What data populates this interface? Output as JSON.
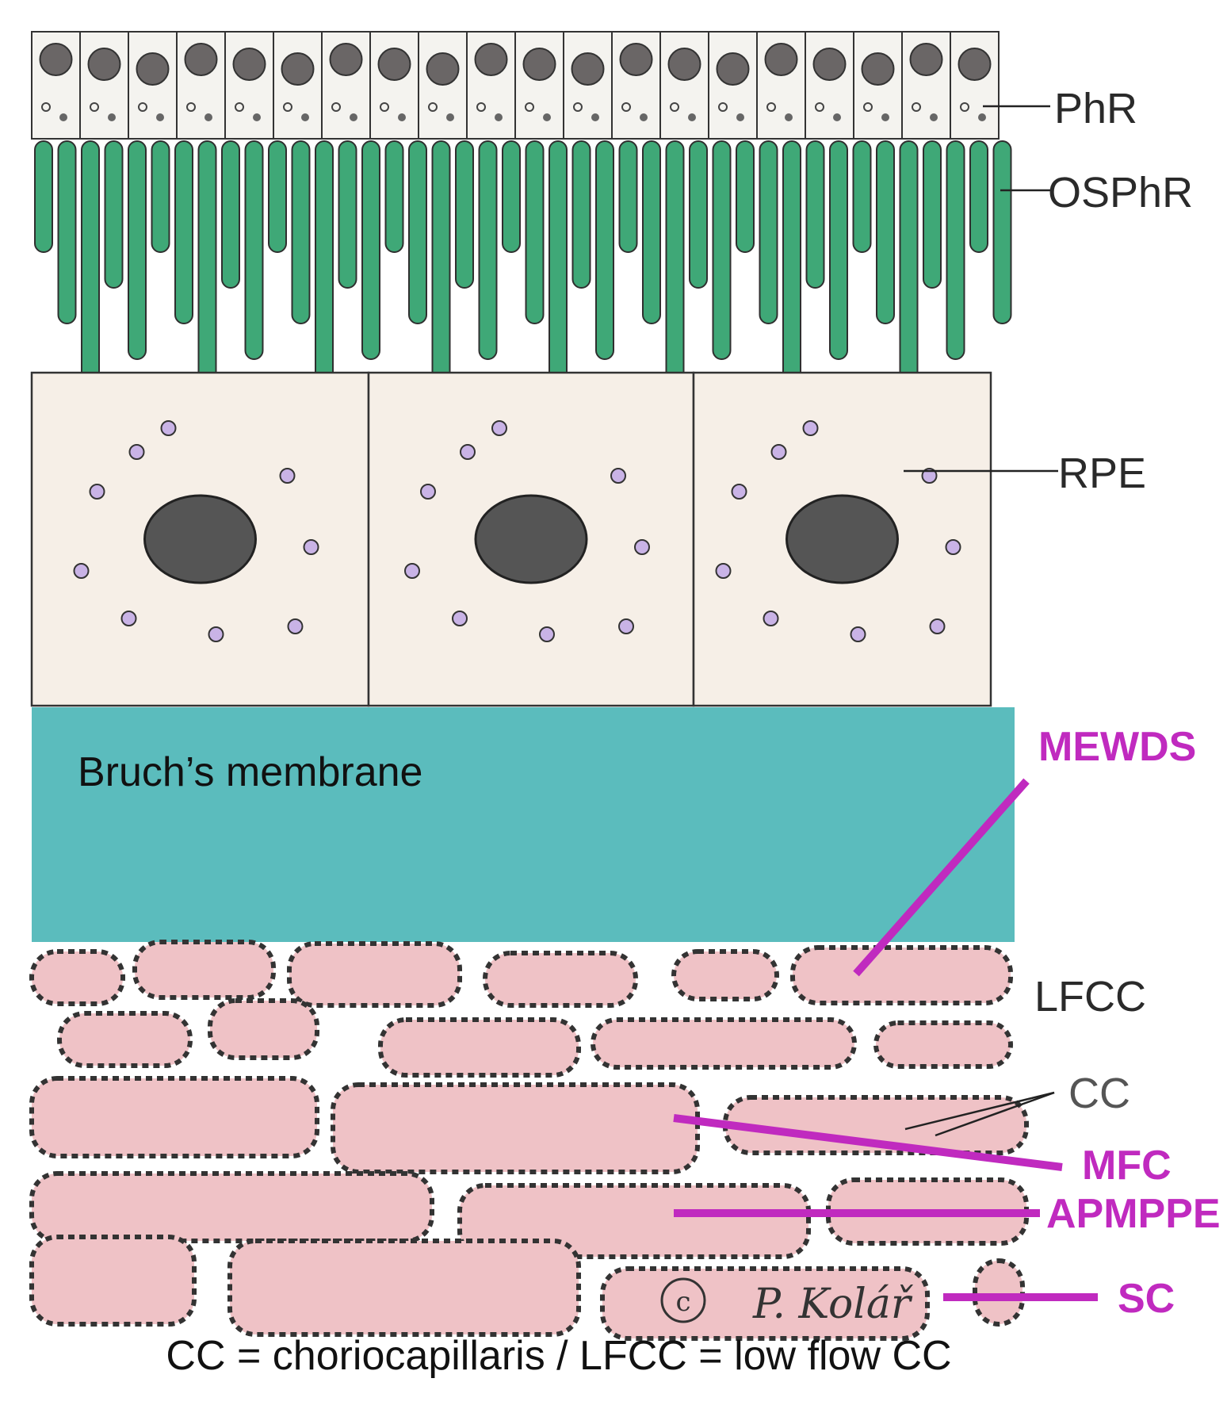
{
  "labels": {
    "phr": "PhR",
    "osphr": "OSPhR",
    "rpe": "RPE",
    "bruch": "Bruch’s membrane",
    "mewds": "MEWDS",
    "lfcc": "LFCC",
    "cc": "CC",
    "mfc": "MFC",
    "apmppe": "APMPPE",
    "sc": "SC"
  },
  "signature": "P. Kolář",
  "copyright_mark": "c",
  "caption": "CC = choriocapillaris / LFCC = low flow CC",
  "colors": {
    "bruch": "#5bbcbd",
    "outer_segment": "#3fa877",
    "vessel_fill": "#efc2c6",
    "magenta": "#c02abf",
    "pigment": "#c9b3e6",
    "nucleus": "#555555"
  }
}
